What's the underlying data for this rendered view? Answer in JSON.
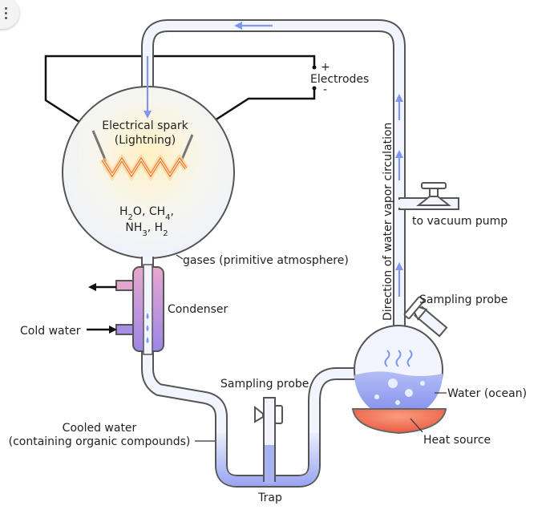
{
  "labels": {
    "electrodes": "Electrodes",
    "plus": "+",
    "minus": "-",
    "spark_line1": "Electrical spark",
    "spark_line2": "(Lightning)",
    "gases": "gases (primitive atmosphere)",
    "condenser": "Condenser",
    "cold_water": "Cold water",
    "sampling_probe_trap": "Sampling probe",
    "sampling_probe_flask": "Sampling probe",
    "cooled_water_line1": "Cooled water",
    "cooled_water_line2": "(containing organic compounds)",
    "trap": "Trap",
    "vacuum": "to vacuum pump",
    "circulation": "Direction of water vapor circulation",
    "water": "Water (ocean)",
    "heat": "Heat source"
  },
  "formula": {
    "line1": [
      {
        "t": "H"
      },
      {
        "t": "2",
        "sub": true
      },
      {
        "t": "O, CH"
      },
      {
        "t": "4",
        "sub": true
      },
      {
        "t": ","
      }
    ],
    "line2": [
      {
        "t": "NH"
      },
      {
        "t": "3",
        "sub": true
      },
      {
        "t": ", H"
      },
      {
        "t": "2",
        "sub": true
      }
    ]
  },
  "colors": {
    "tube_outline": "#555555",
    "tube_fill": "#ffffff",
    "arrow": "#7f98ee",
    "water": "#8e9cf0",
    "condenser": "#c587d6",
    "heat": "#f2745a",
    "spark": "#f07a2a",
    "flask_glow": "#fff2c8"
  }
}
